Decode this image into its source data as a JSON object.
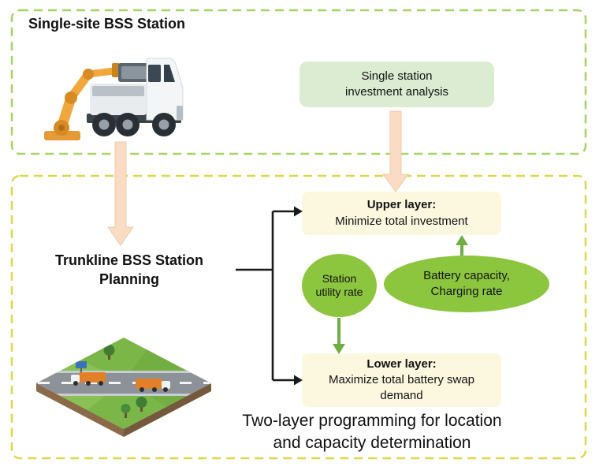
{
  "top": {
    "title": "Single-site BSS Station",
    "analysis_line1": "Single station",
    "analysis_line2": "investment analysis"
  },
  "bottom": {
    "planning_line1": "Trunkline BSS Station",
    "planning_line2": "Planning",
    "upper": {
      "heading": "Upper layer:",
      "body": "Minimize total investment"
    },
    "station_utility": "Station utility rate",
    "battery_line1": "Battery capacity,",
    "battery_line2": "Charging rate",
    "lower": {
      "heading": "Lower layer:",
      "body": "Maximize total battery swap demand"
    },
    "caption_line1": "Two-layer programming for location",
    "caption_line2": "and capacity determination"
  },
  "colors": {
    "top_section_border": "#a6d365",
    "bottom_section_border": "#ded74e",
    "analysis_box_bg": "#dcecd2",
    "layer_box_bg": "#fcf8e0",
    "ellipse_bg": "#8cc63f",
    "peach_arrow": "#f9dcc3",
    "green_arrow": "#6fae44",
    "connector": "#1a1a1a"
  }
}
